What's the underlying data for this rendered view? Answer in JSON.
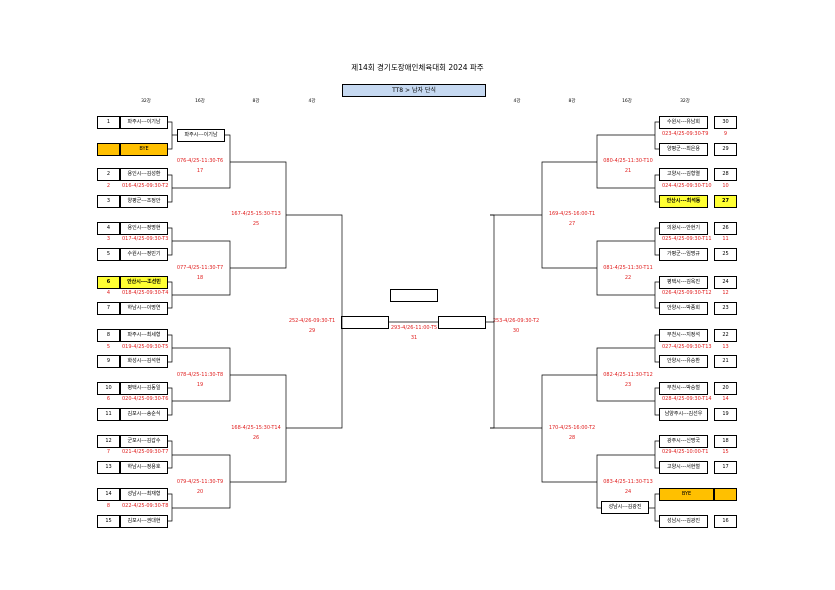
{
  "title": "제14회  경기도장애인체육대회 2024 파주",
  "category": "TT8 > 남자 단식",
  "rounds_left": [
    "32강",
    "16강",
    "8강",
    "4강"
  ],
  "rounds_right": [
    "4강",
    "8강",
    "16강",
    "32강"
  ],
  "left_entries": [
    {
      "seed": "1",
      "name": "파주시---이기남"
    },
    {
      "seed": "",
      "name": "BYE"
    },
    {
      "seed": "2",
      "name": "용인시---김성환"
    },
    {
      "seed": "3",
      "name": "양평군---조정안"
    },
    {
      "seed": "4",
      "name": "용인시---정명현"
    },
    {
      "seed": "5",
      "name": "수원시---정민기"
    },
    {
      "seed": "6",
      "name": "안산시---조선민"
    },
    {
      "seed": "7",
      "name": "하남시---이명연"
    },
    {
      "seed": "8",
      "name": "파주시---최세형"
    },
    {
      "seed": "9",
      "name": "화성시---김석현"
    },
    {
      "seed": "10",
      "name": "평택시---김동일"
    },
    {
      "seed": "11",
      "name": "김포시---송순식"
    },
    {
      "seed": "12",
      "name": "군포시---김갑수"
    },
    {
      "seed": "13",
      "name": "하남시---정용호"
    },
    {
      "seed": "14",
      "name": "성남시---최재형"
    },
    {
      "seed": "15",
      "name": "김포시---권대현"
    }
  ],
  "left_r32_matches": [
    {
      "seed": "2",
      "text": "016-4/25-09:30-T2"
    },
    {
      "seed": "3",
      "text": "017-4/25-09:30-T3"
    },
    {
      "seed": "4",
      "text": "018-4/25-09:30-T4"
    },
    {
      "seed": "5",
      "text": "019-4/25-09:30-T5"
    },
    {
      "seed": "6",
      "text": "020-4/25-09:30-T6"
    },
    {
      "seed": "7",
      "text": "021-4/25-09:30-T7"
    },
    {
      "seed": "8",
      "text": "022-4/25-09:30-T8"
    }
  ],
  "left_r16_winner": "파주시---이기남",
  "left_r16": [
    {
      "text": "076-4/25-11:30-T6",
      "num": "17"
    },
    {
      "text": "077-4/25-11:30-T7",
      "num": "18"
    },
    {
      "text": "078-4/25-11:30-T8",
      "num": "19"
    },
    {
      "text": "079-4/25-11:30-T9",
      "num": "20"
    }
  ],
  "left_qf": [
    {
      "text": "167-4/25-15:30-T13",
      "num": "25"
    },
    {
      "text": "168-4/25-15:30-T14",
      "num": "26"
    }
  ],
  "left_sf": {
    "text": "252-4/26-09:30-T1",
    "num": "29"
  },
  "final": {
    "text": "293-4/26-11:00-T5",
    "num": "31"
  },
  "right_sf": {
    "text": "253-4/26-09:30-T2",
    "num": "30"
  },
  "right_qf": [
    {
      "text": "169-4/25-16:00-T1",
      "num": "27"
    },
    {
      "text": "170-4/25-16:00-T2",
      "num": "28"
    }
  ],
  "right_r16": [
    {
      "text": "080-4/25-11:30-T10",
      "num": "21"
    },
    {
      "text": "081-4/25-11:30-T11",
      "num": "22"
    },
    {
      "text": "082-4/25-11:30-T12",
      "num": "23"
    },
    {
      "text": "083-4/25-11:30-T13",
      "num": "24"
    }
  ],
  "right_r16_winner": "성남시---김광진",
  "right_entries": [
    {
      "seed": "30",
      "name": "수원시---유남희"
    },
    {
      "seed": "29",
      "name": "양평군---최은용"
    },
    {
      "seed": "28",
      "name": "고양시---김형열"
    },
    {
      "seed": "27",
      "name": "안산시---최석동"
    },
    {
      "seed": "26",
      "name": "의왕시---안현기"
    },
    {
      "seed": "25",
      "name": "가평군---임명규"
    },
    {
      "seed": "24",
      "name": "평택시---김옥진"
    },
    {
      "seed": "23",
      "name": "안양시---박종희"
    },
    {
      "seed": "22",
      "name": "부천시---지정석"
    },
    {
      "seed": "21",
      "name": "안양시---유승환"
    },
    {
      "seed": "20",
      "name": "부천시---박승철"
    },
    {
      "seed": "19",
      "name": "남양주시---김선우"
    },
    {
      "seed": "18",
      "name": "광주시---신명국"
    },
    {
      "seed": "17",
      "name": "고양시---서현철"
    },
    {
      "seed": "",
      "name": "BYE"
    },
    {
      "seed": "16",
      "name": "성남시---김광진"
    }
  ],
  "right_r32_matches": [
    {
      "seed": "9",
      "text": "023-4/25-09:30-T9"
    },
    {
      "seed": "10",
      "text": "024-4/25-09:30-T10"
    },
    {
      "seed": "11",
      "text": "025-4/25-09:30-T11"
    },
    {
      "seed": "12",
      "text": "026-4/25-09:30-T12"
    },
    {
      "seed": "13",
      "text": "027-4/25-09:30-T13"
    },
    {
      "seed": "14",
      "text": "028-4/25-09:30-T14"
    },
    {
      "seed": "15",
      "text": "029-4/25-10:00-T1"
    }
  ],
  "colors": {
    "highlight": "#ffff33",
    "bye": "#ffc000",
    "match_text": "#e02020",
    "category_bg": "#c6d9f1"
  }
}
